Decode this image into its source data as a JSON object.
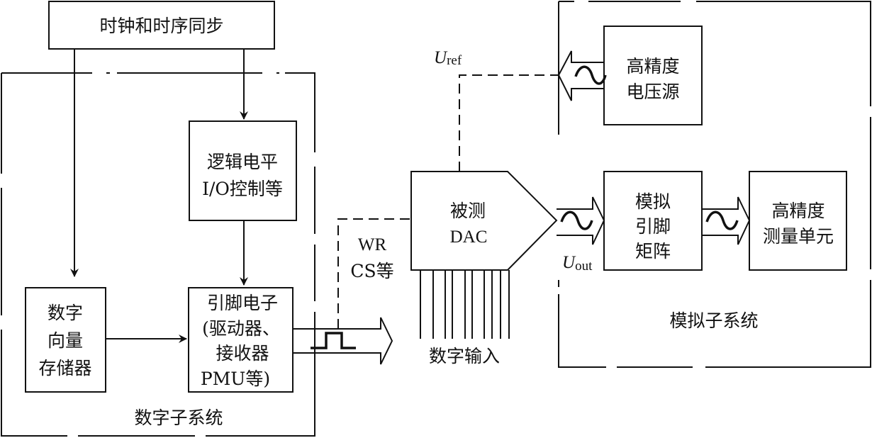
{
  "diagram": {
    "blocks": {
      "clock_sync": "时钟和时序同步",
      "logic_io": [
        "逻辑电平",
        "I/O控制等"
      ],
      "vector_memory": [
        "数字",
        "向量",
        "存储器"
      ],
      "pin_electronics": [
        "引脚电子",
        "(驱动器、",
        "接收器",
        "PMU等)"
      ],
      "dut_dac": [
        "被测",
        "DAC"
      ],
      "hp_voltage_source": [
        "高精度",
        "电压源"
      ],
      "analog_pin_matrix": [
        "模拟",
        "引脚",
        "矩阵"
      ],
      "hp_measure_unit": [
        "高精度",
        "测量单元"
      ]
    },
    "subsystems": {
      "digital": "数字子系统",
      "analog": "模拟子系统"
    },
    "labels": {
      "wr_cs": [
        "WR",
        "CS等"
      ],
      "digital_input": "数字输入",
      "uref_main": "U",
      "uref_sub": "ref",
      "uout_main": "U",
      "uout_sub": "out"
    },
    "icons": {
      "sine": "sine-wave-icon",
      "pulse": "pulse-icon",
      "arrow": "hollow-arrow-icon"
    }
  }
}
